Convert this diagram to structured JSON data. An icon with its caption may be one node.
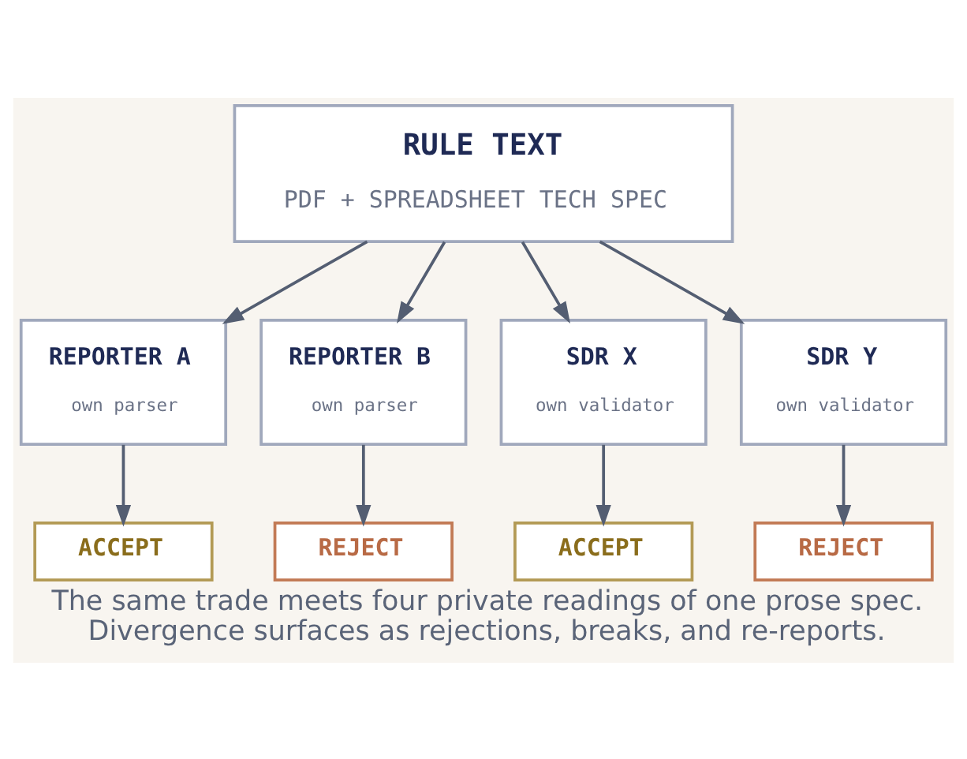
{
  "diagram": {
    "caption": "The same trade meets four private readings of one prose spec. Divergence surfaces as rejections, breaks, and re-reports.",
    "nodes": [
      {
        "text": [
          "RULE TEXT",
          "PDF + SPREADSHEET TECH SPEC"
        ]
      },
      {
        "text": [
          "REPORTER A",
          "own parser"
        ]
      },
      {
        "text": [
          "REPORTER B",
          "own parser"
        ]
      },
      {
        "text": [
          "SDR X",
          "own validator"
        ]
      },
      {
        "text": [
          "SDR Y",
          "own validator"
        ]
      },
      {
        "text": [
          "ACCEPT"
        ]
      },
      {
        "text": [
          "REJECT"
        ]
      },
      {
        "text": [
          "ACCEPT"
        ]
      },
      {
        "text": [
          "REJECT"
        ]
      }
    ],
    "edges": [
      {
        "from": 0,
        "to": 1,
        "arrow": "to"
      },
      {
        "from": 0,
        "to": 2,
        "arrow": "to"
      },
      {
        "from": 0,
        "to": 3,
        "arrow": "to"
      },
      {
        "from": 0,
        "to": 4,
        "arrow": "to"
      },
      {
        "from": 1,
        "to": 5,
        "arrow": "to"
      },
      {
        "from": 2,
        "to": 6,
        "arrow": "to"
      },
      {
        "from": 3,
        "to": 7,
        "arrow": "to"
      },
      {
        "from": 4,
        "to": 8,
        "arrow": "to"
      }
    ]
  }
}
